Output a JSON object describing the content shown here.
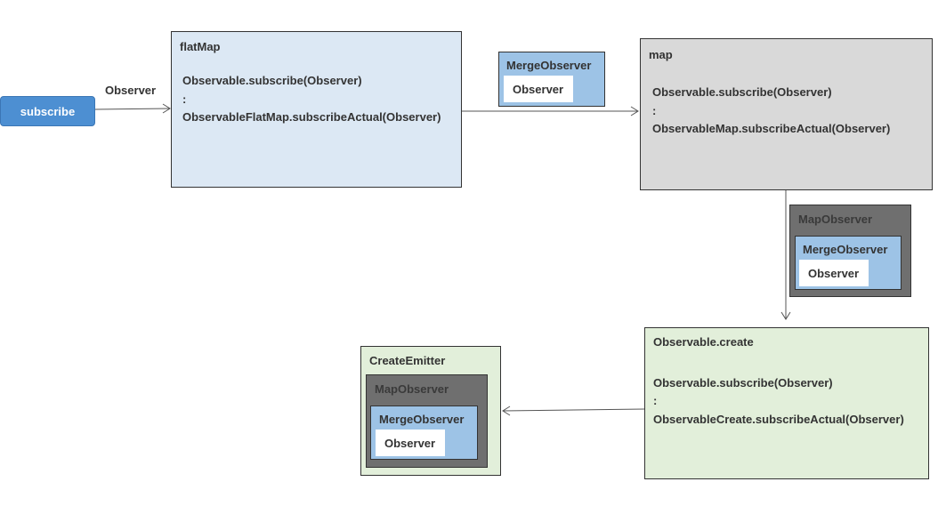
{
  "start": {
    "label": "subscribe"
  },
  "edge_label": "Observer",
  "flatmap": {
    "title": "flatMap",
    "line1": "Observable.subscribe(Observer)",
    "colon": ":",
    "line2": "ObservableFlatMap.subscribeActual(Observer)"
  },
  "merge_top": {
    "title": "MergeObserver",
    "inner": "Observer"
  },
  "map": {
    "title": "map",
    "line1": "Observable.subscribe(Observer)",
    "colon": ":",
    "line2": "ObservableMap.subscribeActual(Observer)"
  },
  "map_observer_right": {
    "title": "MapObserver",
    "merge_title": "MergeObserver",
    "inner": "Observer"
  },
  "create": {
    "title": "Observable.create",
    "line1": "Observable.subscribe(Observer)",
    "colon": ":",
    "line2": "ObservableCreate.subscribeActual(Observer)"
  },
  "emitter": {
    "title": "CreateEmitter",
    "map_title": "MapObserver",
    "merge_title": "MergeObserver",
    "inner": "Observer"
  },
  "colors": {
    "subscribe_fill": "#4d8fd2",
    "flatmap_fill": "#dce8f4",
    "map_fill": "#d9d9d9",
    "create_fill": "#e2efda",
    "merge_fill": "#9dc3e6",
    "map_observer_fill": "#6f6f6f"
  }
}
